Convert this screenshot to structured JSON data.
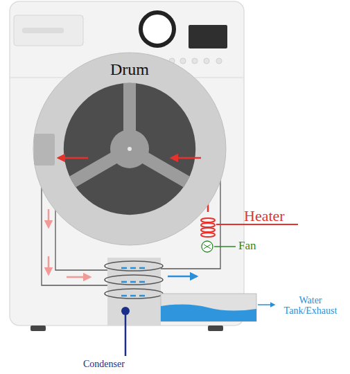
{
  "diagram": {
    "nodes": [
      {
        "text": [
          "Drum"
        ]
      }
    ],
    "labels": [
      "Heater",
      "Fan",
      "Water Tank/Exhaust",
      "Condenser"
    ]
  }
}
